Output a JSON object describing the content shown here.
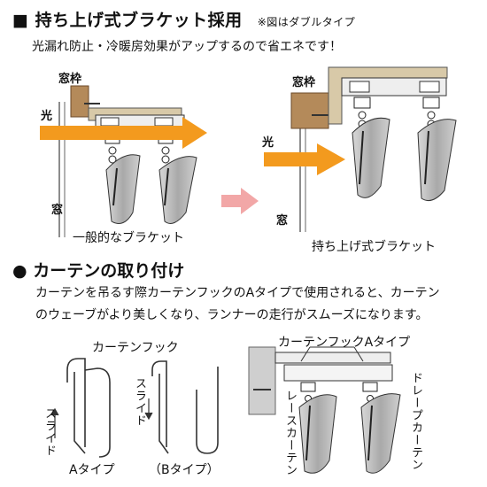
{
  "heading": "■ 持ち上げ式ブラケット採用",
  "heading_note": "※図はダブルタイプ",
  "subheading": "光漏れ防止・冷暖房効果がアップするので省エネです！",
  "diagram_left": {
    "frame_label": "窓枠",
    "light_label": "光",
    "window_label": "窓",
    "caption": "一般的なブラケット"
  },
  "diagram_right": {
    "frame_label": "窓枠",
    "light_label": "光",
    "window_label": "窓",
    "caption": "持ち上げ式ブラケット"
  },
  "section2": {
    "heading": "● カーテンの取り付け",
    "line1": "カーテンを吊るす際カーテンフックのAタイプで使用されると、カーテン",
    "line2": "のウェーブがより美しくなり、ランナーの走行がスムーズになります。"
  },
  "hook_diagram": {
    "title": "カーテンフック",
    "slide_label_a": "スライド",
    "slide_label_b": "スライド",
    "type_a": "Aタイプ",
    "type_b": "（Bタイプ）"
  },
  "curtain_diagram": {
    "title": "カーテンフックAタイプ",
    "lace_label": "レースカーテン",
    "drape_label": "ドレープカーテン"
  },
  "colors": {
    "arrow_orange": "#f39a1e",
    "frame_brown": "#b48a5a",
    "pink_arrow": "#f2a7a7",
    "bracket_tan": "#d8c9a8",
    "gray_fabric": "#b9b9b9"
  }
}
